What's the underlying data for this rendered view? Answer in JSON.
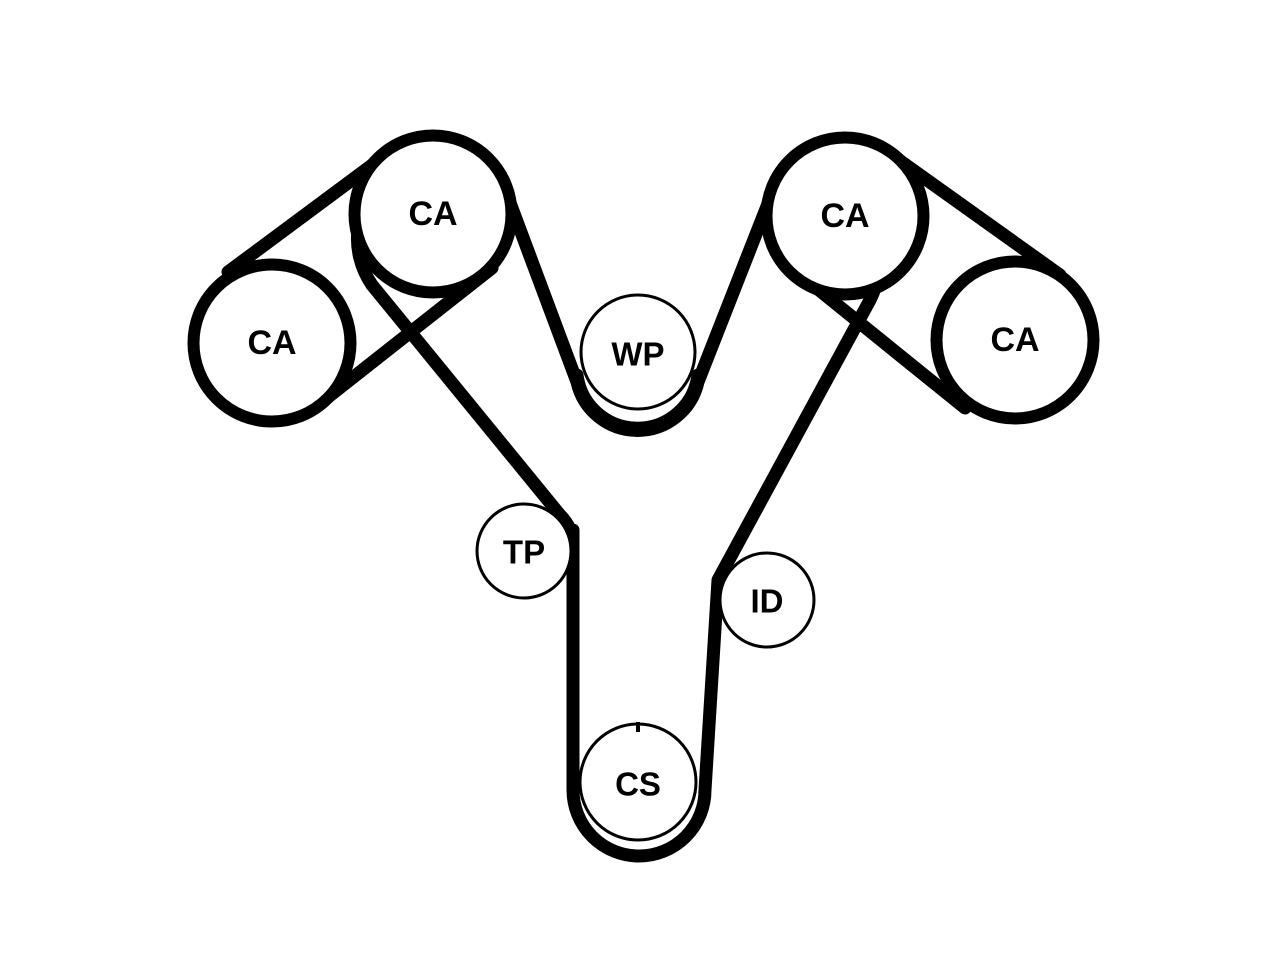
{
  "diagram": {
    "pulleys": [
      {
        "id": "ca-left-outer",
        "label": "CA"
      },
      {
        "id": "ca-left-inner",
        "label": "CA"
      },
      {
        "id": "wp",
        "label": "WP"
      },
      {
        "id": "ca-right-inner",
        "label": "CA"
      },
      {
        "id": "ca-right-outer",
        "label": "CA"
      },
      {
        "id": "tp",
        "label": "TP"
      },
      {
        "id": "id",
        "label": "ID"
      },
      {
        "id": "cs",
        "label": "CS"
      }
    ],
    "colors": {
      "belt": "#000000",
      "pulley_fill": "#ffffff",
      "background": "#ffffff"
    }
  }
}
